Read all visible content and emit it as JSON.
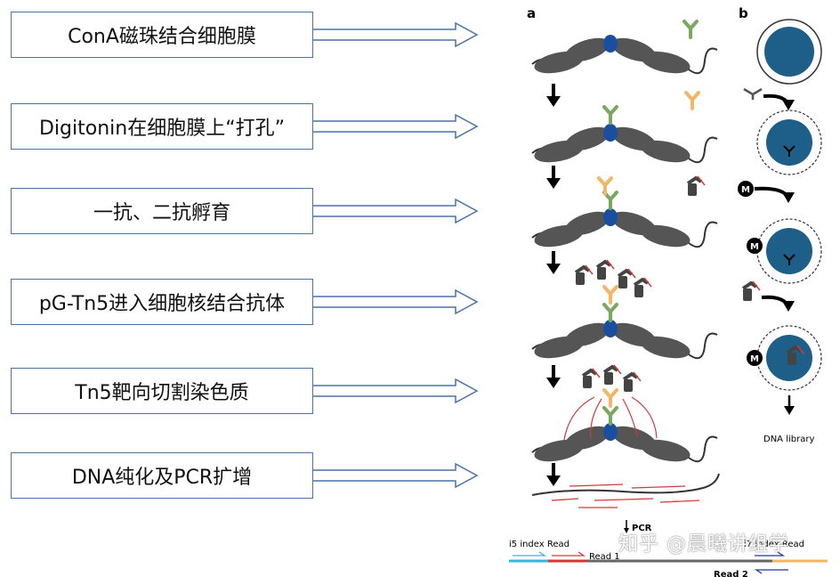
{
  "steps": [
    "ConA磁珠结合细胞膜",
    "Digitonin在细胞膜上“打孔”",
    "一抗、二抗孵育",
    "pG-Tn5进入细胞核结合抗体",
    "Tn5靶向切割染色质",
    "DNA纯化及PCR扩增"
  ],
  "figure": {
    "panel_a": "a",
    "panel_b": "b",
    "m_label": "M",
    "pcr": "PCR",
    "dna_library": "DNA library",
    "i5_read": "i5 index Read",
    "read1": "Read 1",
    "read2": "Read 2",
    "i7_read": "i7 index Read"
  },
  "watermark": "知乎 @晨曦讲组学",
  "colors": {
    "box_border": "#4a72a8",
    "nucleosome": "#555555",
    "dna_core": "#1a4fa0",
    "antibody_green": "#7aa860",
    "antibody_orange": "#f2b766",
    "cut_red": "#d23a3a",
    "nucleus": "#1e5f8a"
  }
}
